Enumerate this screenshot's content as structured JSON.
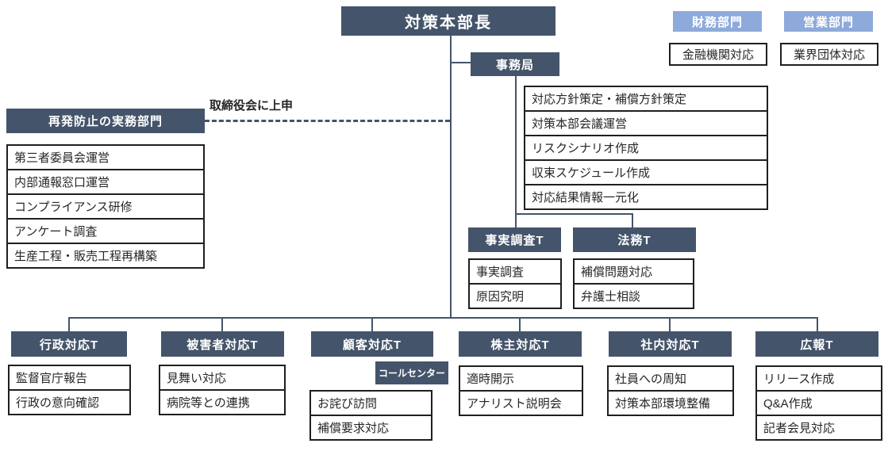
{
  "colors": {
    "dark_header_bg": "#44546A",
    "light_header_bg": "#8EAADB",
    "connector": "#44546A",
    "box_border": "#1F1F1F",
    "body_text": "#262626",
    "header_text": "#FFFFFF"
  },
  "chief": {
    "label": "対策本部長"
  },
  "secretariat": {
    "label": "事務局",
    "tasks": [
      "対応方針策定・補償方針策定",
      "対策本部会議運営",
      "リスクシナリオ作成",
      "収束スケジュール作成",
      "対応結果情報一元化"
    ]
  },
  "side_departments": [
    {
      "title": "財務部門",
      "task": "金融機関対応"
    },
    {
      "title": "営業部門",
      "task": "業界団体対応"
    }
  ],
  "prevention": {
    "title": "再発防止の実務部門",
    "board_note": "取締役会に上申",
    "items": [
      "第三者委員会運営",
      "内部通報窓口運営",
      "コンプライアンス研修",
      "アンケート調査",
      "生産工程・販売工程再構築"
    ]
  },
  "mid_teams": [
    {
      "title": "事実調査T",
      "items": [
        "事実調査",
        "原因究明"
      ]
    },
    {
      "title": "法務T",
      "items": [
        "補償問題対応",
        "弁護士相談"
      ]
    }
  ],
  "bottom_teams": [
    {
      "title": "行政対応T",
      "items": [
        "監督官庁報告",
        "行政の意向確認"
      ]
    },
    {
      "title": "被害者対応T",
      "items": [
        "見舞い対応",
        "病院等との連携"
      ]
    },
    {
      "title": "顧客対応T",
      "badge": "コールセンター",
      "items": [
        "お詫び訪問",
        "補償要求対応"
      ]
    },
    {
      "title": "株主対応T",
      "items": [
        "適時開示",
        "アナリスト説明会"
      ]
    },
    {
      "title": "社内対応T",
      "items": [
        "社員への周知",
        "対策本部環境整備"
      ]
    },
    {
      "title": "広報T",
      "items": [
        "リリース作成",
        "Q&A作成",
        "記者会見対応"
      ]
    }
  ]
}
